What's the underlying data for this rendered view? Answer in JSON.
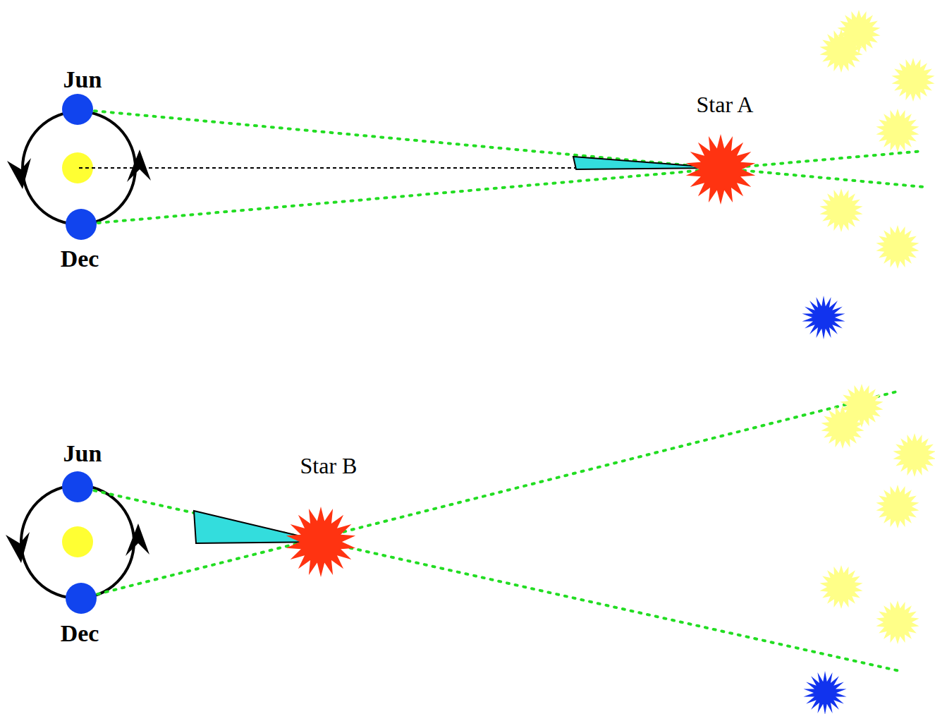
{
  "diagram": {
    "labels": [
      "Jun",
      "Dec",
      "Star A",
      "Jun",
      "Dec",
      "Star B"
    ]
  }
}
